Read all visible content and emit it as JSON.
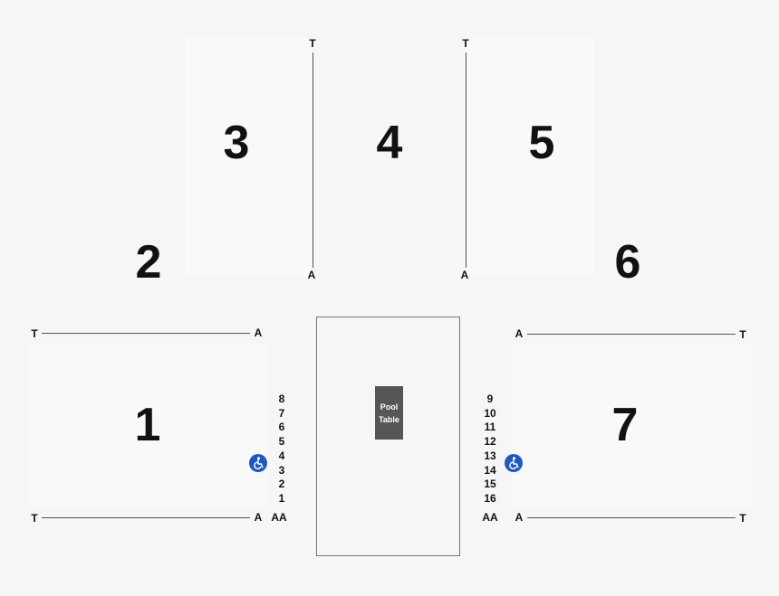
{
  "sections": {
    "s1": "1",
    "s2": "2",
    "s3": "3",
    "s4": "4",
    "s5": "5",
    "s6": "6",
    "s7": "7"
  },
  "row_labels": {
    "t": "T",
    "a": "A",
    "aa": "AA"
  },
  "seats_left": [
    "8",
    "7",
    "6",
    "5",
    "4",
    "3",
    "2",
    "1"
  ],
  "seats_right": [
    "9",
    "10",
    "11",
    "12",
    "13",
    "14",
    "15",
    "16"
  ],
  "pool_table": {
    "line1": "Pool",
    "line2": "Table"
  },
  "icons": {
    "accessible": "wheelchair-accessible-icon"
  },
  "colors": {
    "background": "#f6f6f6",
    "pool_table": "#565656",
    "accessible": "#1f57c4"
  }
}
